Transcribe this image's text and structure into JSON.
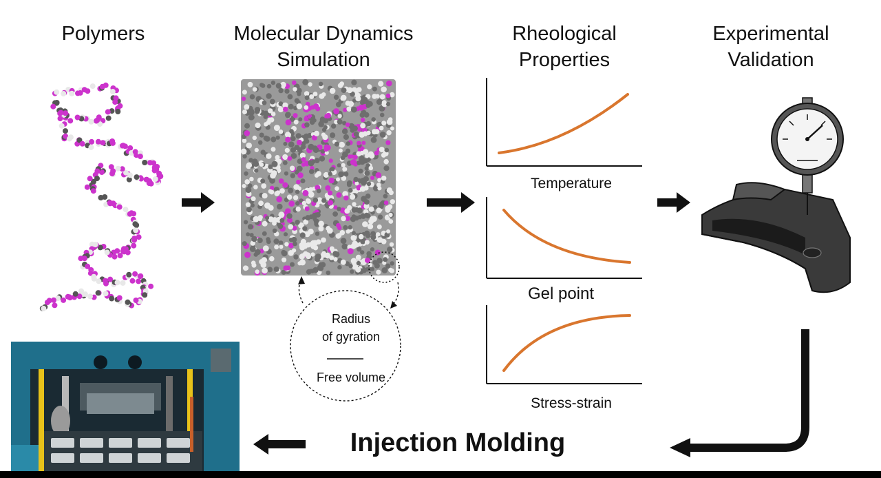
{
  "columns": [
    {
      "line1": "Polymers",
      "line2": ""
    },
    {
      "line1": "Molecular Dynamics",
      "line2": "Simulation"
    },
    {
      "line1": "Rheological",
      "line2": "Properties"
    },
    {
      "line1": "Experimental",
      "line2": "Validation"
    }
  ],
  "graphs": [
    {
      "label": "Temperature",
      "trend": "increasing"
    },
    {
      "label": "Gel point",
      "trend": "decreasing"
    },
    {
      "label": "Stress-strain",
      "trend": "saturating"
    }
  ],
  "gyration": {
    "line1": "Radius",
    "line2": "of gyration",
    "line3": "Free volume"
  },
  "process_label": "Injection Molding",
  "colors": {
    "curve": "#d9762e",
    "polymer": "#cc33cc",
    "matrix": "#8a8a8a",
    "machine": "#1f6f8b",
    "frame": "#e8c21a"
  }
}
